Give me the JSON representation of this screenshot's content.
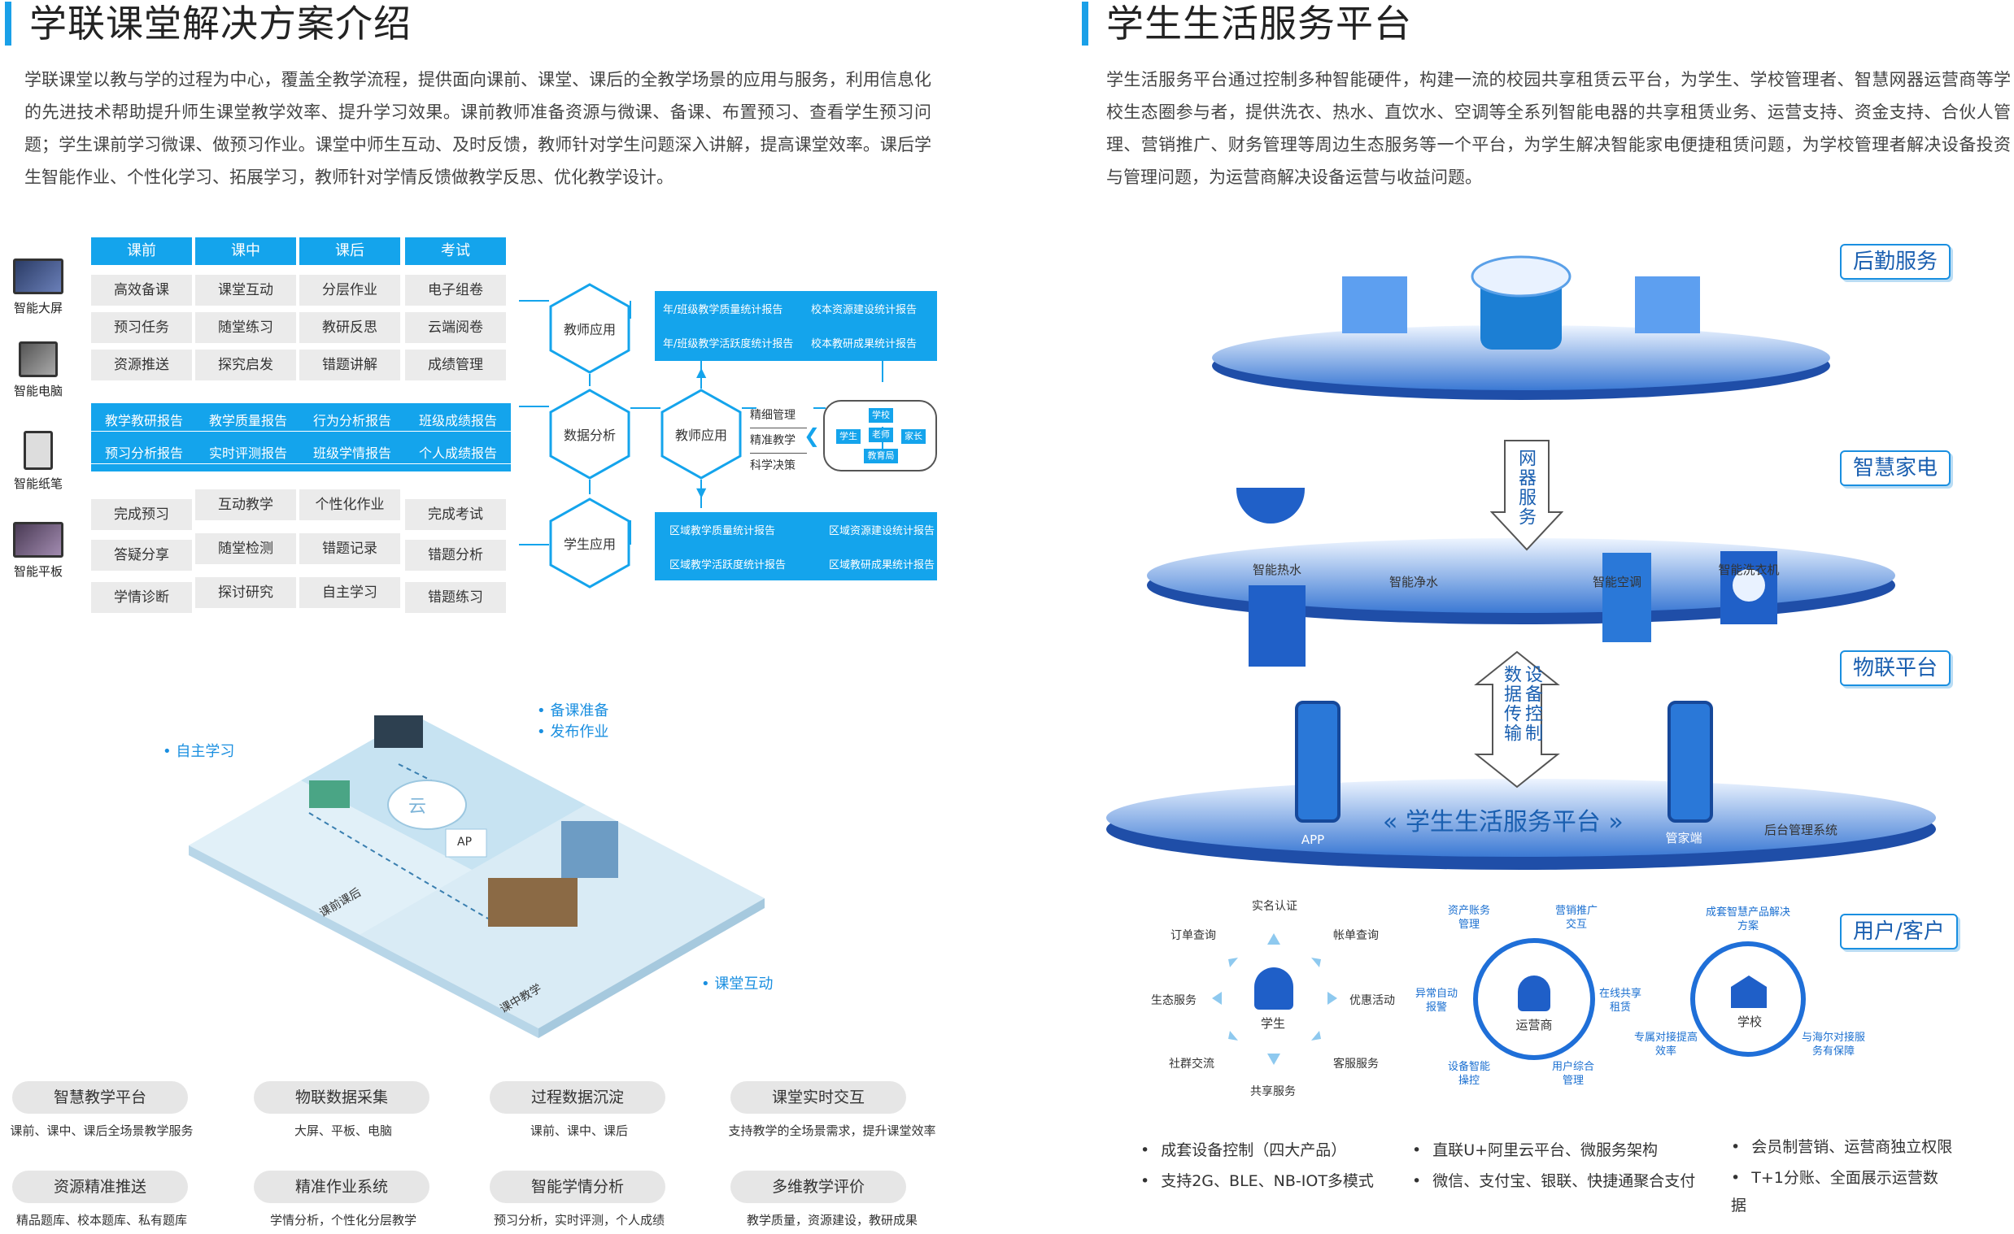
{
  "left": {
    "title": "学联课堂解决方案介绍",
    "intro": "学联课堂以教与学的过程为中心，覆盖全教学流程，提供面向课前、课堂、课后的全教学场景的应用与服务，利用信息化的先进技术帮助提升师生课堂教学效率、提升学习效果。课前教师准备资源与微课、备课、布置预习、查看学生预习问题；学生课前学习微课、做预习作业。课堂中师生互动、及时反馈，教师针对学生问题深入讲解，提高课堂效率。课后学生智能作业、个性化学习、拓展学习，教师针对学情反馈做教学反思、优化教学设计。",
    "devices": [
      "智能大屏",
      "智能电脑",
      "智能纸笔",
      "智能平板"
    ],
    "headers": [
      "课前",
      "课中",
      "课后",
      "考试"
    ],
    "teacher_rows": [
      [
        "高效备课",
        "课堂互动",
        "分层作业",
        "电子组卷"
      ],
      [
        "预习任务",
        "随堂练习",
        "教研反思",
        "云端阅卷"
      ],
      [
        "资源推送",
        "探究启发",
        "错题讲解",
        "成绩管理"
      ]
    ],
    "reports": [
      [
        "教学教研报告",
        "教学质量报告",
        "行为分析报告",
        "班级成绩报告"
      ],
      [
        "预习分析报告",
        "实时评测报告",
        "班级学情报告",
        "个人成绩报告"
      ]
    ],
    "student_rows": [
      [
        "完成预习",
        "互动教学",
        "个性化作业",
        "完成考试"
      ],
      [
        "答疑分享",
        "随堂检测",
        "错题记录",
        "错题分析"
      ],
      [
        "学情诊断",
        "探讨研究",
        "自主学习",
        "错题练习"
      ]
    ],
    "hex": {
      "teacher_app": "教师应用",
      "data_analysis": "数据分析",
      "student_app": "学生应用",
      "teacher_app2": "教师应用"
    },
    "top_reports": [
      "年/班级教学质量统计报告",
      "校本资源建设统计报告",
      "年/班级教学活跃度统计报告",
      "校本教研成果统计报告"
    ],
    "bottom_reports": [
      "区域教学质量统计报告",
      "区域资源建设统计报告",
      "区域教学活跃度统计报告",
      "区域教研成果统计报告"
    ],
    "mgmt": [
      "精细管理",
      "精准教学",
      "科学决策"
    ],
    "ring": {
      "school": "学校",
      "student": "学生",
      "teacher": "老师",
      "parent": "家长",
      "bureau": "教育局"
    },
    "iso": {
      "prep": "备课准备",
      "homework": "发布作业",
      "self": "自主学习",
      "interact": "课堂互动",
      "cloud": "云",
      "ap": "AP",
      "zone_after": "课前课后",
      "zone_class": "课中教学"
    },
    "features": [
      {
        "name": "智慧教学平台",
        "desc": "课前、课中、课后全场景教学服务"
      },
      {
        "name": "物联数据采集",
        "desc": "大屏、平板、电脑"
      },
      {
        "name": "过程数据沉淀",
        "desc": "课前、课中、课后"
      },
      {
        "name": "课堂实时交互",
        "desc": "支持教学的全场景需求，提升课堂效率"
      },
      {
        "name": "资源精准推送",
        "desc": "精品题库、校本题库、私有题库"
      },
      {
        "name": "精准作业系统",
        "desc": "学情分析，个性化分层教学"
      },
      {
        "name": "智能学情分析",
        "desc": "预习分析，实时评测，个人成绩"
      },
      {
        "name": "多维教学评价",
        "desc": "教学质量，资源建设，教研成果"
      }
    ]
  },
  "right": {
    "title": "学生生活服务平台",
    "intro": "学生活服务平台通过控制多种智能硬件，构建一流的校园共享租赁云平台，为学生、学校管理者、智慧网器运营商等学校生态圈参与者，提供洗衣、热水、直饮水、空调等全系列智能电器的共享租赁业务、运营支持、资金支持、合伙人管理、营销推广、财务管理等周边生态服务等一个平台，为学生解决智能家电便捷租赁问题，为学校管理者解决设备投资与管理问题，为运营商解决设备运营与收益问题。",
    "tags": [
      "后勤服务",
      "智慧家电",
      "物联平台",
      "用户/客户"
    ],
    "arrow1": "网器服务",
    "arrow2a": "设备控制",
    "arrow2b": "数据传输",
    "appliances": [
      "智能热水",
      "智能净水",
      "智能空调",
      "智能洗衣机"
    ],
    "platform": {
      "name": "学生生活服务平台",
      "app": "APP",
      "butler": "管家端",
      "admin": "后台管理系统"
    },
    "student": {
      "center": "学生",
      "items": [
        "实名认证",
        "帐单查询",
        "优惠活动",
        "客服服务",
        "共享服务",
        "社群交流",
        "生态服务",
        "订单查询"
      ]
    },
    "operator": {
      "center": "运营商",
      "items": [
        "资产账务管理",
        "营销推广交互",
        "在线共享租赁",
        "用户综合管理",
        "设备智能操控",
        "异常自动报警"
      ]
    },
    "school": {
      "center": "学校",
      "items": [
        "成套智慧产品解决方案",
        "与海尔对接服务有保障",
        "专属对接提高效率"
      ]
    },
    "bullets": [
      [
        "成套设备控制（四大产品）",
        "支持2G、BLE、NB-IOT多模式"
      ],
      [
        "直联U+阿里云平台、微服务架构",
        "微信、支付宝、银联、快捷通聚合支付"
      ],
      [
        "会员制营销、运营商独立权限",
        "T+1分账、全面展示运营数据"
      ]
    ]
  },
  "colors": {
    "accent": "#14a4ec",
    "deep": "#1a5fb0"
  }
}
